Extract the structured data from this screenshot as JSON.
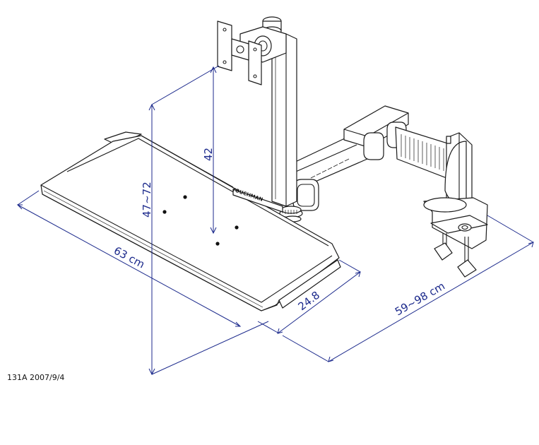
{
  "drawing": {
    "caption": "131A  2007/9/4",
    "brand_mark": "TOUCHMAN",
    "dimensions": {
      "keyboard_width": "63 cm",
      "post_height": "42",
      "total_height": "47~72",
      "tray_depth": "24.8",
      "arm_reach": "59~98 cm"
    },
    "colors": {
      "ink": "#1a1a1a",
      "dimension": "#1c2a8c"
    }
  }
}
